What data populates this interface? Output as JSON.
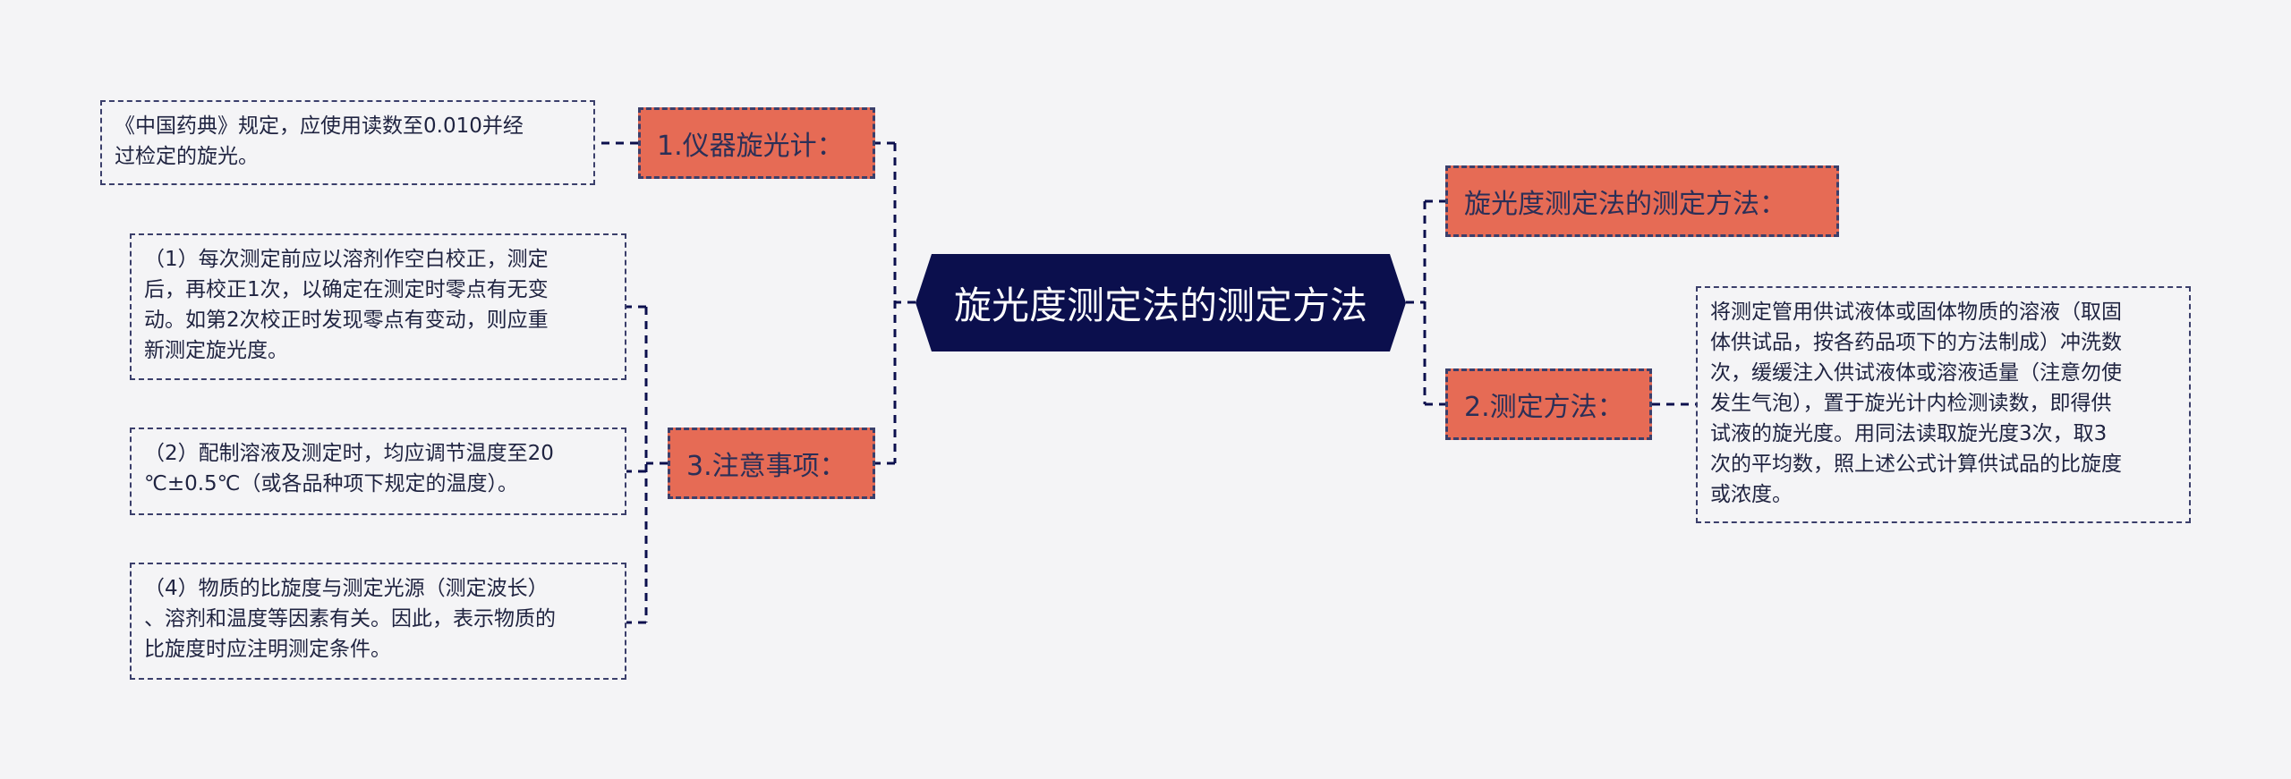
{
  "root": {
    "title": "旋光度测定法的测定方法"
  },
  "branches": {
    "instrument": {
      "label": "1.仪器旋光计："
    },
    "notes": {
      "label": "3.注意事项："
    },
    "method_title": {
      "label": "旋光度测定法的测定方法："
    },
    "procedure": {
      "label": "2.测定方法："
    }
  },
  "leaves": {
    "instrument_detail": "《中国药典》规定，应使用读数至0.010并经\n过检定的旋光。",
    "note_1": "（1）每次测定前应以溶剂作空白校正，测定\n后，再校正1次，以确定在测定时零点有无变\n动。如第2次校正时发现零点有变动，则应重\n新测定旋光度。",
    "note_2": "（2）配制溶液及测定时，均应调节温度至20\n℃±0.5℃（或各品种项下规定的温度）。",
    "note_4": "（4）物质的比旋度与测定光源（测定波长）\n、溶剂和温度等因素有关。因此，表示物质的\n比旋度时应注明测定条件。",
    "procedure_detail": "将测定管用供试液体或固体物质的溶液（取固\n体供试品，按各药品项下的方法制成）冲洗数\n次，缓缓注入供试液体或溶液适量（注意勿使\n发生气泡），置于旋光计内检测读数，即得供\n试液的旋光度。用同法读取旋光度3次，取3\n次的平均数，照上述公式计算供试品的比旋度\n或浓度。"
  },
  "colors": {
    "background": "#f4f4f6",
    "root_fill": "#0b0f4d",
    "branch_fill": "#e66b55",
    "connector": "#0b0f4d"
  }
}
